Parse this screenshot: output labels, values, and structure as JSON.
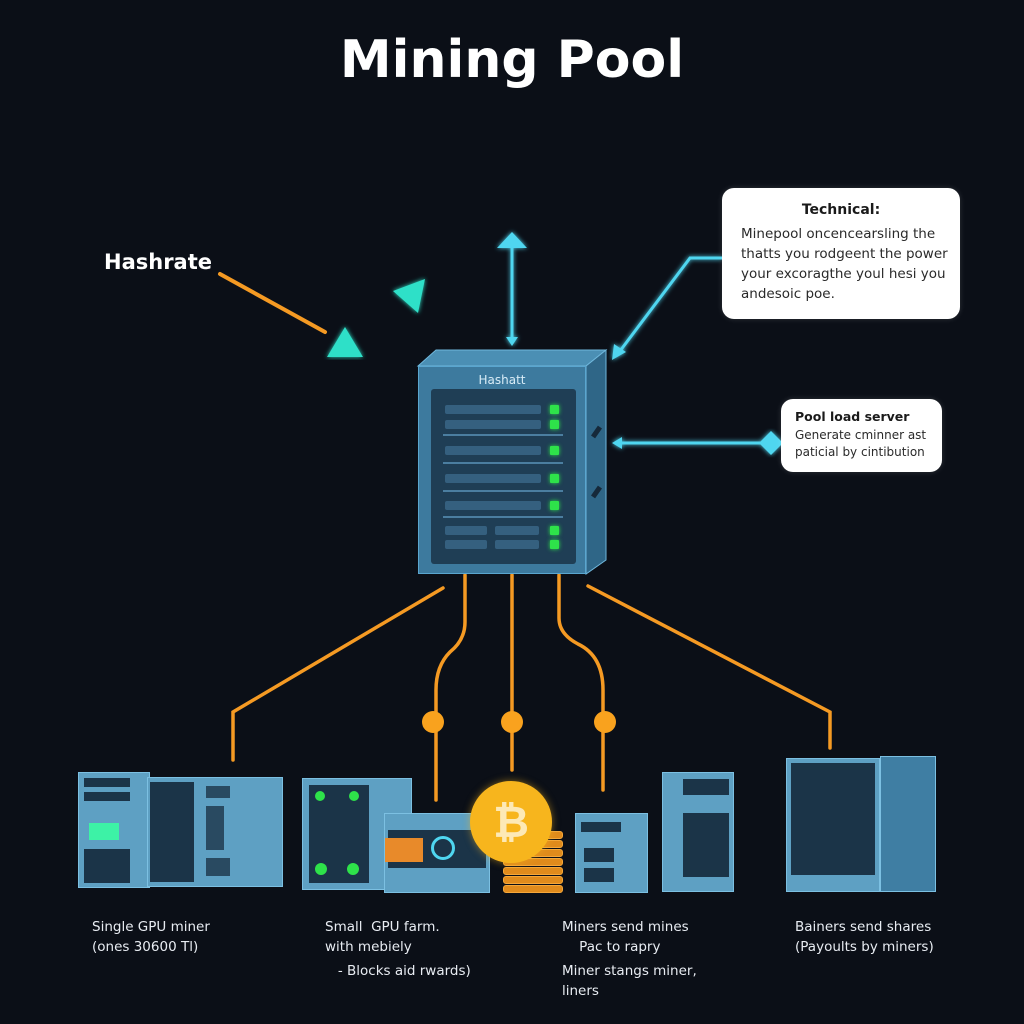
{
  "title": "Mining Pool",
  "hashrate_label": "Hashrate",
  "server": {
    "label": "Hashatt",
    "status_leds": 7
  },
  "callouts": {
    "technical": {
      "heading": "Technical:",
      "lines": [
        "Minepool oncencearsling the",
        "thatts you rodgeent the power",
        "your excoragthe youl hesi you",
        "andesoic poe."
      ]
    },
    "pool_server": {
      "heading": "Pool load server",
      "lines": [
        "Generate cminner ast",
        "paticial by cintibution"
      ]
    }
  },
  "miners": [
    {
      "name": "single-gpu-miner",
      "caption": [
        "Single GPU miner",
        "(ones 30600 Tl)"
      ]
    },
    {
      "name": "small-gpu-farm",
      "caption": [
        "Small  GPU farm.",
        "with mebiely",
        "   - Blocks aid rwards)"
      ]
    },
    {
      "name": "miners-send-mines",
      "caption": [
        "Miners send mines",
        "    Pac to rapry",
        "Miner stangs miner,",
        "liners"
      ]
    },
    {
      "name": "miners-send-shares",
      "caption": [
        "Bainers send shares",
        "(Payoults by miners)"
      ]
    }
  ],
  "colors": {
    "background": "#0b0f17",
    "accent_cyan": "#4fd6f0",
    "accent_teal": "#2fe0c8",
    "wire_orange": "#f59a23",
    "led_green": "#2ee24a",
    "coin": "#f7b51d"
  },
  "coin_symbol": "₿"
}
